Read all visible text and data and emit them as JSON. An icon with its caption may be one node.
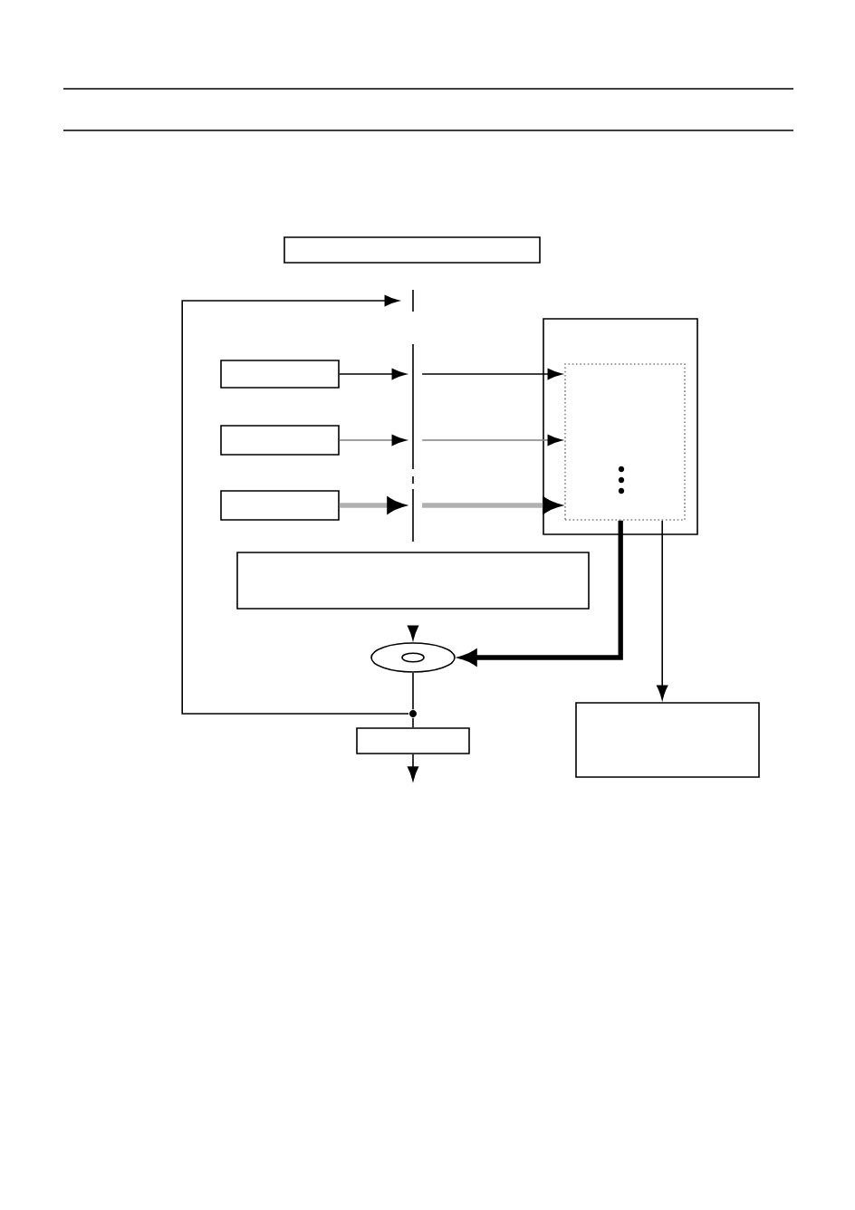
{
  "diagram": {
    "nodes": [
      {
        "text": [],
        "shape": "box"
      },
      {
        "text": [],
        "shape": "bar"
      },
      {
        "text": [],
        "shape": "box"
      },
      {
        "text": [],
        "shape": "box",
        "in": 2
      },
      {
        "text": [],
        "shape": "bar"
      },
      {
        "text": [],
        "shape": "box"
      },
      {
        "text": [],
        "shape": "box"
      },
      {
        "text": [],
        "shape": "box"
      },
      {
        "text": [],
        "shape": "box"
      },
      {
        "text": [],
        "shape": "disc"
      },
      {
        "text": [],
        "shape": "dot"
      },
      {
        "text": [],
        "shape": "box"
      },
      {
        "text": [],
        "shape": "box"
      }
    ],
    "edges": [
      {
        "from": 5,
        "to": 4,
        "arrow": "to"
      },
      {
        "from": 6,
        "to": 4,
        "arrow": "to",
        "color": "#808080"
      },
      {
        "from": 7,
        "to": 4,
        "arrow": "to",
        "color": "#b0b0b0",
        "style": "thick"
      },
      {
        "from": 4,
        "to": 3,
        "arrow": "to"
      },
      {
        "from": 4,
        "to": 3,
        "arrow": "to",
        "color": "#808080"
      },
      {
        "from": 4,
        "to": 3,
        "arrow": "to",
        "color": "#b0b0b0",
        "style": "thick"
      },
      {
        "from": 3,
        "to": 9,
        "arrow": "to",
        "style": "thick"
      },
      {
        "from": 3,
        "to": 12,
        "arrow": "to"
      },
      {
        "from": 8,
        "to": 9,
        "arrow": "to"
      },
      {
        "from": 9,
        "to": 10,
        "arrow": "none"
      },
      {
        "from": 10,
        "to": 11,
        "arrow": "none"
      },
      {
        "from": 10,
        "to": 1,
        "arrow": "to"
      },
      {
        "from": 11,
        "to": null,
        "arrow": "to"
      }
    ]
  }
}
